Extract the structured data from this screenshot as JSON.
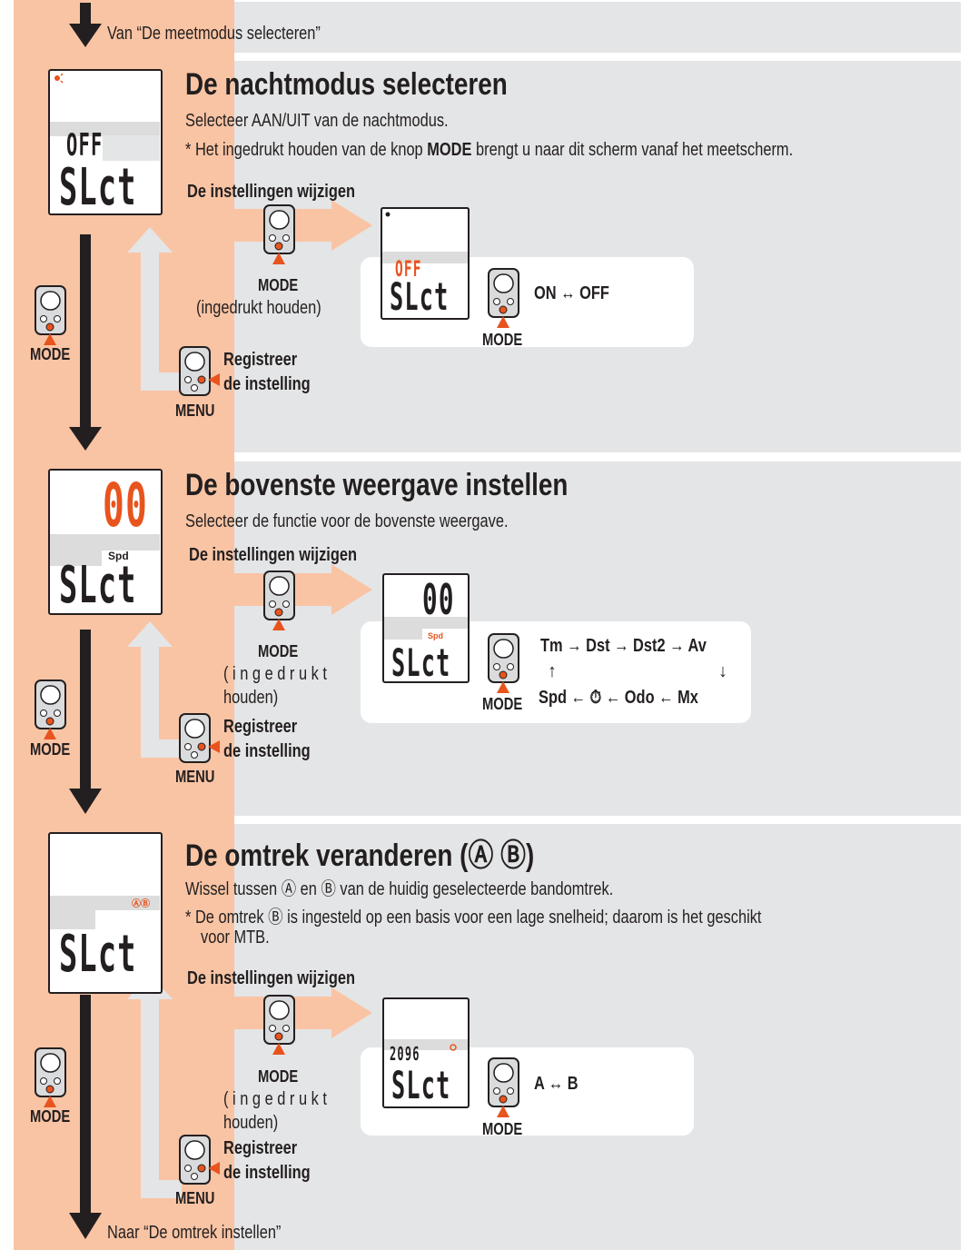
{
  "top_link": "Van “De meetmodus selecteren”",
  "bottom_link": "Naar “De omtrek instellen”",
  "common": {
    "change_heading": "De instellingen wijzigen",
    "mode": "MODE",
    "menu": "MENU",
    "hold": "(ingedrukt houden)",
    "hold_spaced": "( i n g e d r u k t",
    "hold_2": "houden)",
    "register_1": "Registreer",
    "register_2": "de instelling"
  },
  "lcd": {
    "slct": "SLct",
    "off": "OFF",
    "digits": "00",
    "spd": "Spd",
    "circ": "2096",
    "ab": "ⒶⒷ"
  },
  "section1": {
    "title": "De nachtmodus selecteren",
    "desc": "Selecteer AAN/UIT van de nachtmodus.",
    "note_pre": "* Het ingedrukt houden van de knop ",
    "note_bold": "MODE",
    "note_post": " brengt u naar dit scherm vanaf het meetscherm.",
    "option": "ON ↔ OFF"
  },
  "section2": {
    "title": "De bovenste weergave instellen",
    "desc": "Selecteer de functie voor de bovenste weergave.",
    "cycle_top": "Tm → Dst → Dst2 → Av",
    "cycle_bottom": "Spd ← ⏱ ← Odo ← Mx",
    "up": "↑",
    "down": "↓"
  },
  "section3": {
    "title": "De omtrek veranderen (Ⓐ Ⓑ)",
    "desc": "Wissel tussen Ⓐ en Ⓑ van de huidig geselecteerde bandomtrek.",
    "note_line1": "* De omtrek Ⓑ is ingesteld op een basis voor een lage snelheid; daarom is het geschikt",
    "note_line2": "voor MTB.",
    "option": "A ↔ B"
  },
  "colors": {
    "accent": "#e8541e",
    "strip": "#f9c4a4",
    "panel": "#e4e5e6"
  }
}
